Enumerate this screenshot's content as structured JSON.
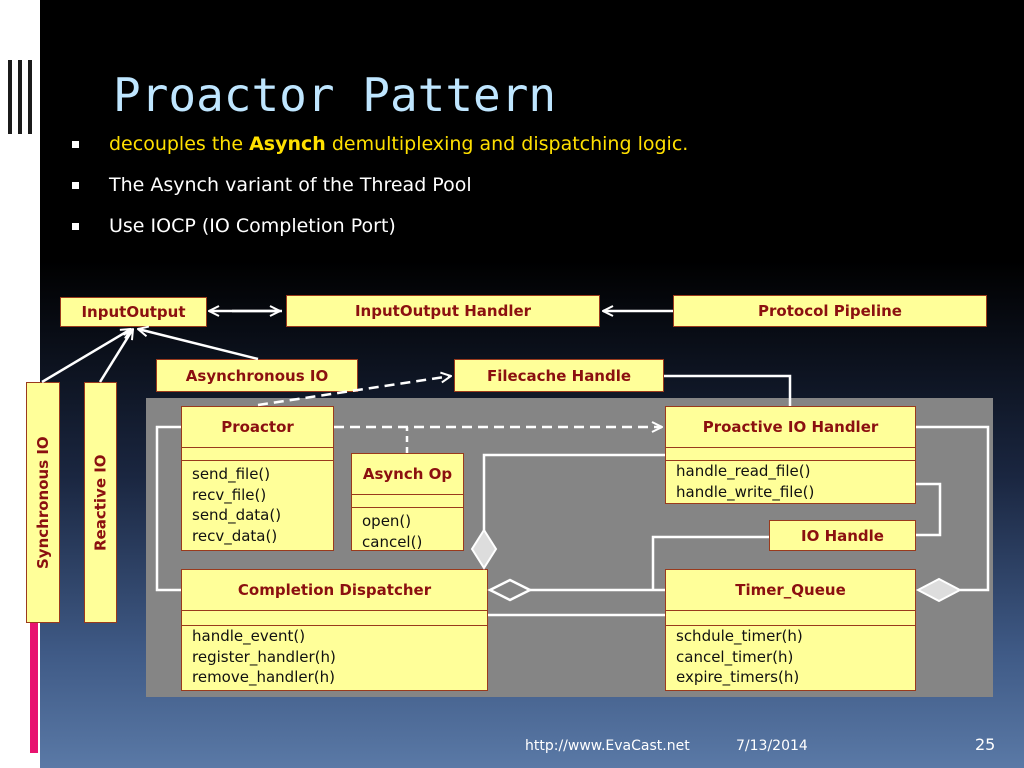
{
  "slide": {
    "title": "Proactor Pattern",
    "bullets": [
      {
        "before": "decouples the ",
        "bold": "Asynch",
        "after": " demultiplexing and dispatching logic."
      },
      {
        "text": "The Asynch variant of the Thread Pool"
      },
      {
        "text": "Use IOCP (IO Completion Port)"
      }
    ],
    "footer": {
      "url": "http://www.EvaCast.net",
      "date": "7/13/2014",
      "page": "25"
    }
  },
  "diagram": {
    "boxes": {
      "inputoutput": "InputOutput",
      "inputoutput_handler": "InputOutput Handler",
      "protocol_pipeline": "Protocol Pipeline",
      "asynchronous_io": "Asynchronous IO",
      "filecache_handle": "Filecache Handle",
      "synchronous_io": "Synchronous IO",
      "reactive_io": "Reactive IO",
      "io_handle": "IO Handle"
    },
    "classes": {
      "proactor": {
        "name": "Proactor",
        "ops": [
          "send_file()",
          "recv_file()",
          "send_data()",
          "recv_data()"
        ]
      },
      "asynch_op": {
        "name": "Asynch Op",
        "ops": [
          "open()",
          "cancel()"
        ]
      },
      "proactive_io_handler": {
        "name": "Proactive IO Handler",
        "ops": [
          "handle_read_file()",
          "handle_write_file()"
        ]
      },
      "completion_dispatcher": {
        "name": "Completion Dispatcher",
        "ops": [
          "handle_event()",
          "register_handler(h)",
          "remove_handler(h)"
        ]
      },
      "timer_queue": {
        "name": "Timer_Queue",
        "ops": [
          "schdule_timer(h)",
          "cancel_timer(h)",
          "expire_timers(h)"
        ]
      }
    },
    "colors": {
      "box_fill": "#ffff99",
      "box_border": "#9a3a1c",
      "box_text": "#8b1010",
      "title": "#bfe6ff",
      "highlight": "#ffe000",
      "panel": "#858585",
      "accent": "#e8136f"
    }
  }
}
